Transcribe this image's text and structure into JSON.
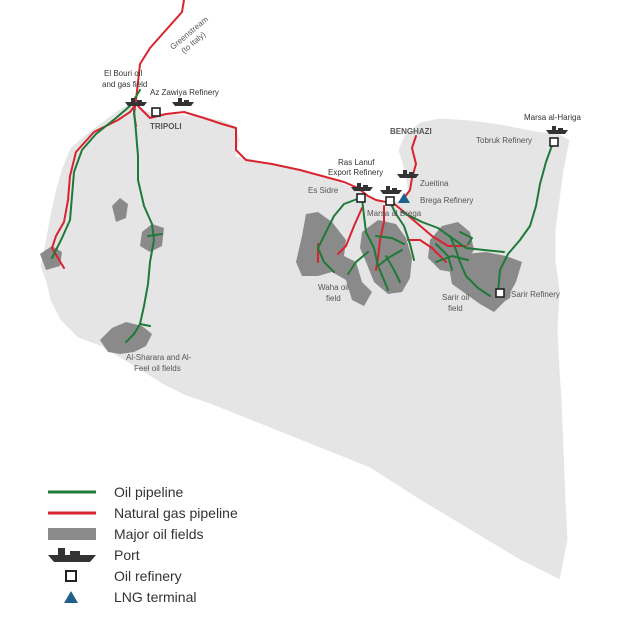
{
  "labels": {
    "greenstream": "Greenstream",
    "greenstream_sub": "(to Italy)",
    "el_bouri_1": "El Bouri oil",
    "el_bouri_2": "and gas field",
    "az_zawiya": "Az Zawiya Refinery",
    "tripoli": "TRIPOLI",
    "benghazi": "BENGHAZI",
    "marsa_al_hariga": "Marsa al-Hariga",
    "tobruk": "Tobruk Refinery",
    "ras_lanuf_1": "Ras Lanuf",
    "ras_lanuf_2": "Export Refinery",
    "zueitina": "Zueitina",
    "es_sidre": "Es Sidre",
    "brega": "Brega Refinery",
    "marsa_al_brega": "Marsa al Brega",
    "waha_1": "Waha oil",
    "waha_2": "field",
    "sarir_1": "Sarir oil",
    "sarir_2": "field",
    "sarir_refinery": "Sarir Refinery",
    "sharara_1": "Al-Sharara and Al-",
    "sharara_2": "Feel oil fields"
  },
  "legend": [
    {
      "key": "oil-pipeline",
      "label": "Oil pipeline"
    },
    {
      "key": "gas-pipeline",
      "label": "Natural gas pipeline"
    },
    {
      "key": "oil-fields",
      "label": "Major oil fields"
    },
    {
      "key": "port",
      "label": "Port"
    },
    {
      "key": "refinery",
      "label": "Oil refinery"
    },
    {
      "key": "lng",
      "label": "LNG terminal"
    }
  ],
  "colors": {
    "land": "#e5e5e5",
    "oil_field": "#8a8a8a",
    "oil_pipeline": "#1f7a3a",
    "gas_pipeline": "#d9232e",
    "port": "#333333",
    "lng": "#1f5f8b"
  }
}
